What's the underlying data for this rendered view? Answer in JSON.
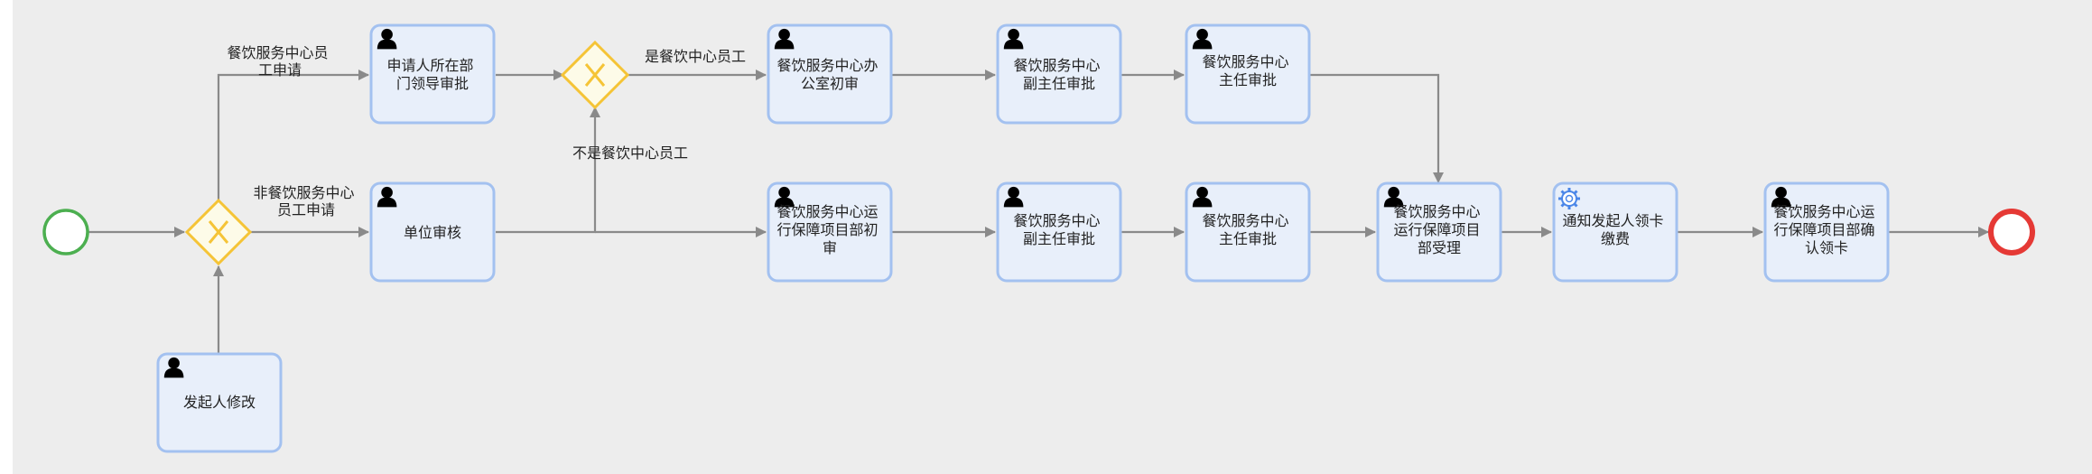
{
  "diagram": {
    "start_event": "",
    "end_event": "",
    "tasks": {
      "t_dept_leader": {
        "lines": [
          "申请人所在部",
          "门领导审批"
        ],
        "icon": "user-icon"
      },
      "t_unit_review": {
        "lines": [
          "单位审核"
        ],
        "icon": "user-icon"
      },
      "t_initiator_edit": {
        "lines": [
          "发起人修改"
        ],
        "icon": "user-icon"
      },
      "t_office_initial": {
        "lines": [
          "餐饮服务中心办",
          "公室初审"
        ],
        "icon": "user-icon"
      },
      "t_ops_initial": {
        "lines": [
          "餐饮服务中心运",
          "行保障项目部初",
          "审"
        ],
        "icon": "user-icon"
      },
      "t_deputy_top": {
        "lines": [
          "餐饮服务中心",
          "副主任审批"
        ],
        "icon": "user-icon"
      },
      "t_deputy_bottom": {
        "lines": [
          "餐饮服务中心",
          "副主任审批"
        ],
        "icon": "user-icon"
      },
      "t_director_top": {
        "lines": [
          "餐饮服务中心",
          "主任审批"
        ],
        "icon": "user-icon"
      },
      "t_director_bottom": {
        "lines": [
          "餐饮服务中心",
          "主任审批"
        ],
        "icon": "user-icon"
      },
      "t_ops_accept": {
        "lines": [
          "餐饮服务中心",
          "运行保障项目",
          "部受理"
        ],
        "icon": "user-icon"
      },
      "t_notify_payment": {
        "lines": [
          "通知发起人领卡",
          "缴费"
        ],
        "icon": "gear-icon"
      },
      "t_ops_confirm": {
        "lines": [
          "餐饮服务中心运",
          "行保障项目部确",
          "认领卡"
        ],
        "icon": "user-icon"
      }
    },
    "edge_labels": {
      "staff_apply": [
        "餐饮服务中心员",
        "工申请"
      ],
      "nonstaff_apply": [
        "非餐饮服务中心",
        "员工申请"
      ],
      "is_staff": [
        "是餐饮中心员工"
      ],
      "not_staff": [
        "不是餐饮中心员工"
      ]
    },
    "colors": {
      "canvas": "#ededed",
      "task_fill": "#e8effa",
      "task_border": "#a3c1f0",
      "gateway": "#f5c436",
      "start": "#4caf50",
      "end": "#e53935",
      "edge": "#8a8a8a"
    }
  }
}
